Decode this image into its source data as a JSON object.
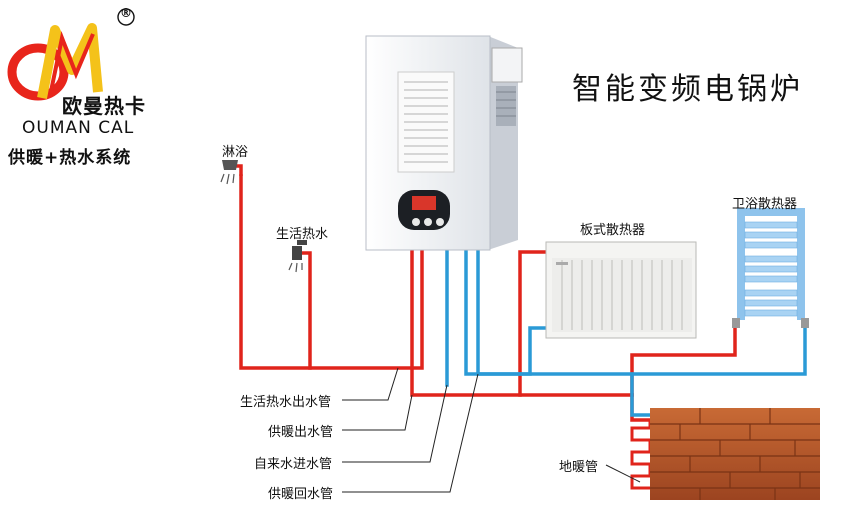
{
  "brand": {
    "registered_mark": "®",
    "name_cn": "欧曼热卡",
    "name_en": "OUMAN CAL",
    "slogan": "供暖+热水系统",
    "logo_colors": {
      "red": "#e8251b",
      "yellow": "#f4c21a"
    }
  },
  "title": "智能变频电锅炉",
  "labels": {
    "shower": "淋浴",
    "hot_water_tap": "生活热水",
    "panel_radiator": "板式散热器",
    "bath_radiator": "卫浴散热器",
    "floor_heating": "地暖管"
  },
  "pipe_legend": [
    {
      "label": "生活热水出水管"
    },
    {
      "label": "供暖出水管"
    },
    {
      "label": "自来水进水管"
    },
    {
      "label": "供暖回水管"
    }
  ],
  "colors": {
    "hot_pipe": "#e0241b",
    "cold_pipe": "#2a9ad6",
    "boiler_body": "#eef1f4",
    "floor_wood": "#b5562b"
  }
}
